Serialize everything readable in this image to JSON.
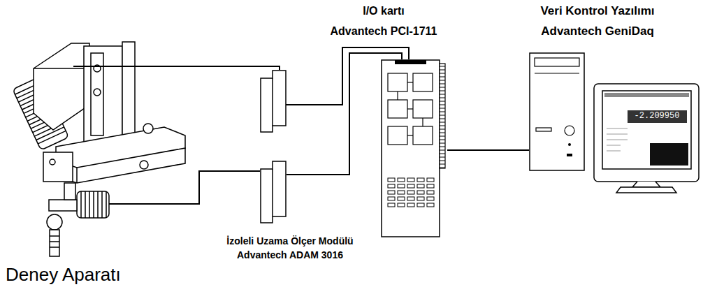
{
  "diagram": {
    "nodes": [
      {
        "text": [
          "Deney Aparatı"
        ]
      },
      {
        "text": [
          "İzoleli Uzama Ölçer Modülü",
          "Advantech ADAM 3016"
        ]
      },
      {
        "text": [
          "I/O kartı",
          "Advantech PCI-1711"
        ]
      },
      {
        "text": [
          "Veri Kontrol Yazılımı",
          "Advantech GeniDaq"
        ]
      }
    ],
    "edges": [
      {
        "from": 0,
        "to": 1,
        "arrow": "none"
      },
      {
        "from": 1,
        "to": 2,
        "arrow": "none"
      },
      {
        "from": 2,
        "to": 3,
        "arrow": "none"
      }
    ],
    "labels": [
      "-2.209950"
    ]
  }
}
